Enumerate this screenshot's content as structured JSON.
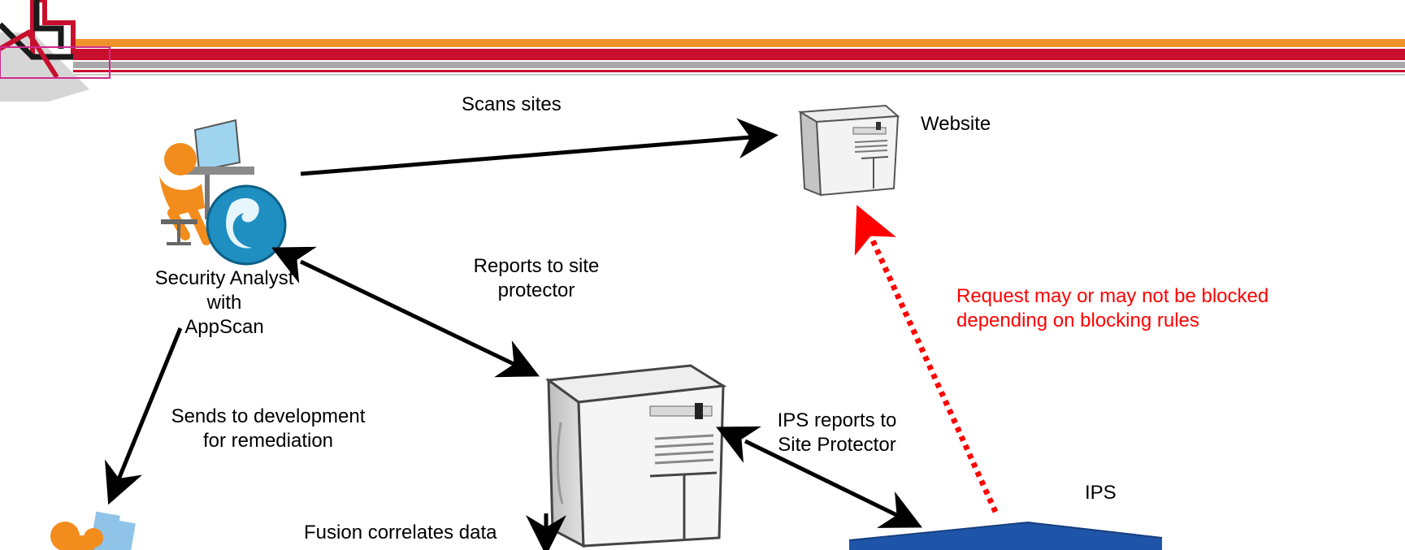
{
  "colors": {
    "header_orange": "#f0922b",
    "header_red": "#c8102e",
    "header_grey": "#9a9a9a",
    "logo_magenta": "#d02a8c",
    "annotation_red": "#ff0000",
    "ips_blue": "#1f55a8",
    "figure_orange": "#f28c1c",
    "server_grey": "#d4d4d4"
  },
  "nodes": {
    "website": {
      "label": "Website",
      "icon": "server-tower-icon"
    },
    "analyst": {
      "label_lines": [
        "Security Analyst",
        "with",
        "AppScan"
      ],
      "icon": "analyst-at-computer-icon"
    },
    "site_protector": {
      "icon": "server-tower-icon"
    },
    "ips": {
      "label": "IPS",
      "icon": "ips-appliance-icon"
    },
    "developer": {
      "icon": "developer-figure-icon"
    }
  },
  "edges": {
    "scans_sites": "Scans sites",
    "reports_to_site_protector": [
      "Reports to site",
      "protector"
    ],
    "sends_to_development": [
      "Sends to development",
      "for remediation"
    ],
    "ips_reports": [
      "IPS reports to",
      "Site Protector"
    ],
    "fusion": "Fusion correlates data",
    "request_blocked": [
      "Request may or may not be blocked",
      "depending on blocking rules"
    ]
  }
}
